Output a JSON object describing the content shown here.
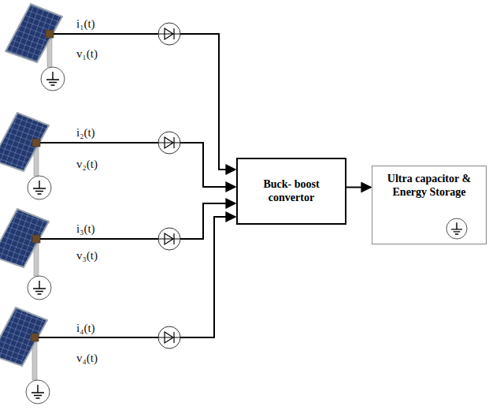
{
  "diagram": {
    "nodes": [
      {
        "text": [
          "Buck- boost convertor"
        ]
      },
      {
        "text": [
          "Ultra capacitor & Energy Storage"
        ]
      }
    ],
    "edges": [
      {
        "from": 0,
        "to": 1,
        "arrow": "to"
      }
    ],
    "labels": [
      "i₁(t)",
      "v₁(t)",
      "i₂(t)",
      "v₂(t)",
      "i₃(t)",
      "v₃(t)",
      "i₄(t)",
      "v₄(t)"
    ]
  }
}
